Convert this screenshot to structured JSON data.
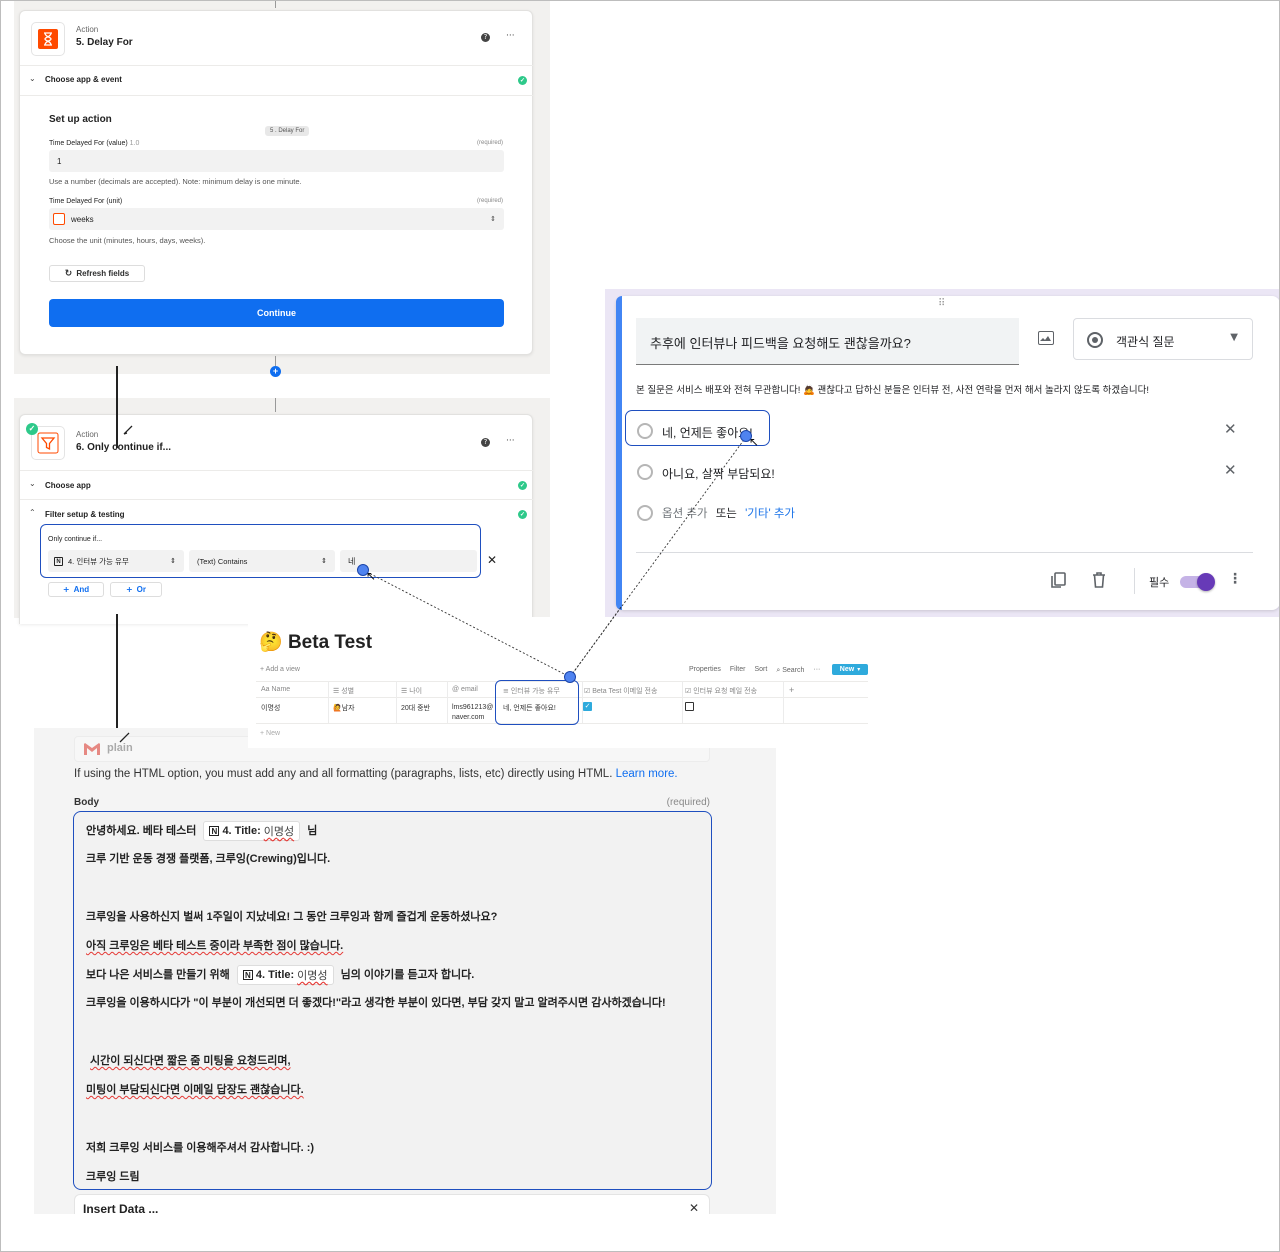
{
  "zap_step5": {
    "kind": "Action",
    "title": "5. Delay For",
    "section": "Choose app & event",
    "setup_title": "Set up action",
    "tooltip": "5 .  Delay For",
    "field1_label": "Time Delayed For (value)",
    "field1_version": "1.0",
    "required": "(required)",
    "field1_value": "1",
    "field1_help": "Use a number (decimals are accepted). Note: minimum delay is one minute.",
    "field2_label": "Time Delayed For (unit)",
    "field2_value": "weeks",
    "field2_help": "Choose the unit (minutes, hours, days, weeks).",
    "refresh_label": "Refresh fields",
    "continue_label": "Continue"
  },
  "zap_step6": {
    "kind": "Action",
    "title": "6. Only continue if...",
    "section1": "Choose app",
    "section2": "Filter setup & testing",
    "filter_label": "Only continue if...",
    "filter_field": "4. 인터뷰 가능 유무",
    "filter_op": "(Text) Contains",
    "filter_value": "네",
    "and_label": "And",
    "or_label": "Or"
  },
  "gform": {
    "question": "추후에 인터뷰나 피드백을 요청해도 괜찮을까요?",
    "type_label": "객관식 질문",
    "description": "본 질문은 서비스 배포와 전혀 무관합니다!",
    "emoji": "🙇",
    "description2": "괜찮다고 답하신 분들은 인터뷰 전, 사전 연락을 먼저 해서 놀라지 않도록 하겠습니다!",
    "option1": "네, 언제든 좋아요!",
    "option2": "아니요, 살짝 부담되요!",
    "add_option": "옵션 추가",
    "or_text": "또는",
    "add_other": "'기타' 추가",
    "required_label": "필수"
  },
  "notion": {
    "emoji": "🤔",
    "title": "Beta Test",
    "add_view": "+ Add a view",
    "toolbar": [
      "Properties",
      "Filter",
      "Sort",
      "Search",
      "···"
    ],
    "new_label": "New",
    "columns": [
      "Aa Name",
      "성별",
      "나이",
      "@ email",
      "인터뷰 가능 유무",
      "Beta Test 이메일 전송",
      "인터뷰 요청 메일 전송"
    ],
    "row": {
      "name": "이명성",
      "gender_emoji": "🙋",
      "gender": "남자",
      "age": "20대 중반",
      "email": "lms961213@naver.com",
      "interview": "네, 언제든 좋아요!"
    },
    "new_row": "+ New"
  },
  "gmail": {
    "app_name": "plain",
    "help": "If using the HTML option, you must add any and all formatting (paragraphs, lists, etc) directly using HTML.",
    "learn_more": "Learn more.",
    "body_label": "Body",
    "required": "(required)",
    "chip_label": "4. Title:",
    "chip_value": "이명성",
    "line1_pre": "안녕하세요. 베타 테스터",
    "line1_post": "님",
    "line2": "크루 기반 운동 경쟁 플랫폼, 크루잉(Crewing)입니다.",
    "line3": "크루잉을 사용하신지 벌써 1주일이 지났네요! 그 동안 크루잉과 함께 즐겁게 운동하셨나요?",
    "line4": "아직 크루잉은 베타 테스트 중이라 부족한 점이 많습니다.",
    "line5_pre": "보다 나은 서비스를 만들기 위해",
    "line5_post": "님의 이야기를 듣고자 합니다.",
    "line6": "크루잉을 이용하시다가 \"이 부분이 개선되면 더 좋겠다!\"라고 생각한 부분이 있다면, 부담 갖지 말고 알려주시면 감사하겠습니다!",
    "line7": "시간이 되신다면 짧은 줌 미팅을 요청드리며,",
    "line8": "미팅이 부담되신다면 이메일 답장도 괜찮습니다.",
    "line9": "저희 크루잉 서비스를 이용해주셔서 감사합니다. :)",
    "line10": "크루잉 드림",
    "insert_data": "Insert Data ..."
  },
  "colors": {
    "zapier_blue": "#0f6ef0",
    "highlight_border": "#1f4fbf",
    "gform_accent": "#4285f4",
    "toggle_purple": "#673ab7",
    "notion_new": "#2eaadc"
  }
}
